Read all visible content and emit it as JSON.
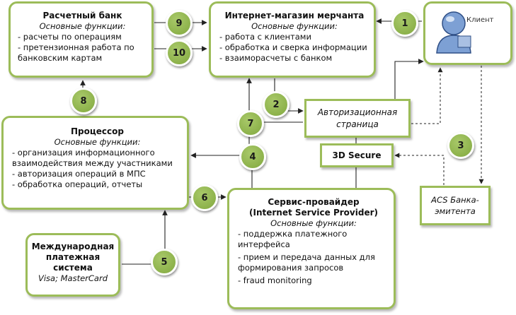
{
  "boxes": {
    "bank": {
      "title": "Расчетный банк",
      "subtitle": "Основные функции:",
      "items": [
        "- расчеты по операциям",
        "- претензионная работа по банковским картам"
      ]
    },
    "merchant": {
      "title": "Интернет-магазин мерчанта",
      "subtitle": "Основные функции:",
      "items": [
        "- работа с клиентами",
        "- обработка и сверка информации",
        "- взаиморасчеты с банком"
      ]
    },
    "processor": {
      "title": "Процессор",
      "subtitle": "Основные функции:",
      "items": [
        "- организация информационного взаимодействия между участниками",
        "- авторизация операций в МПС",
        "- обработка операций, отчеты"
      ]
    },
    "isp": {
      "title_line1": "Сервис-провайдер",
      "title_line2": "(Internet Service Provider)",
      "subtitle": "Основные функции:",
      "items": [
        "- поддержка платежного интерфейса",
        "- прием и передача данных для формирования запросов",
        "- fraud monitoring"
      ]
    },
    "mps": {
      "title": "Международная платежная система",
      "subtitle": "Visa; MasterCard"
    },
    "auth_page": {
      "label": "Авторизационная страница"
    },
    "secure": {
      "label": "3D Secure"
    },
    "acs": {
      "label": "ACS Банка-эмитента"
    },
    "client": {
      "label": "Клиент"
    }
  },
  "steps": [
    "1",
    "2",
    "3",
    "4",
    "5",
    "6",
    "7",
    "8",
    "9",
    "10"
  ],
  "colors": {
    "box_border": "#9cbc59",
    "badge_fill": "#8db24b",
    "client_blue": "#7da0d4",
    "arrow": "#222222"
  }
}
